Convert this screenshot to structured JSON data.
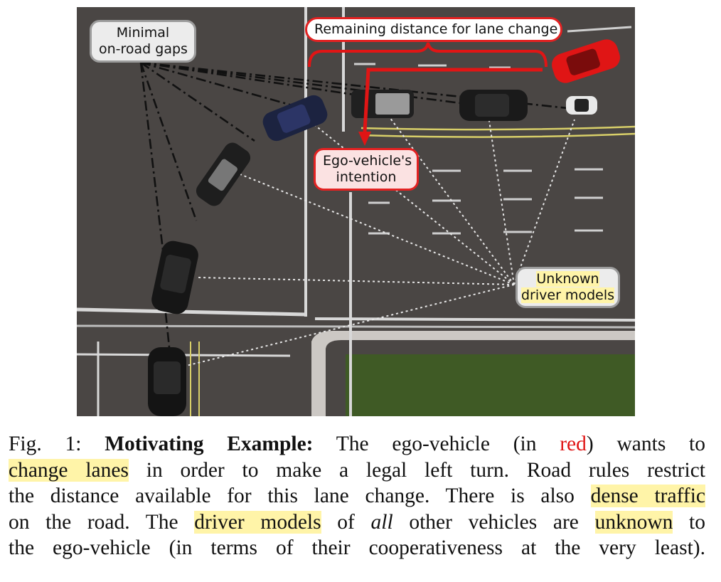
{
  "figure": {
    "labels": {
      "minimal_gaps": [
        "Minimal",
        "on-road gaps"
      ],
      "remaining_distance": "Remaining distance for lane change",
      "ego_intention": [
        "Ego-vehicle's",
        "intention"
      ],
      "unknown_models": [
        "Unknown",
        "driver models"
      ]
    },
    "colors": {
      "ego_vehicle": "#e01515",
      "highlight": "#fff4a8",
      "road": "#4a4644",
      "grass": "#3f5a25"
    }
  },
  "caption": {
    "lines": [
      [
        "Fig. 1: ",
        "Motivating Example:",
        " The ego-vehicle (in ",
        "red",
        ") wants to"
      ],
      [
        "change lanes",
        " in order to make a legal left turn. Road rules restrict"
      ],
      [
        "the distance available for this lane change. There is also ",
        "dense traffic"
      ],
      [
        "on the road. The ",
        "driver models",
        " of ",
        "all",
        " other vehicles are ",
        "unknown",
        " to"
      ],
      [
        "the ego-vehicle (in terms of their cooperativeness at the very least)."
      ]
    ]
  }
}
